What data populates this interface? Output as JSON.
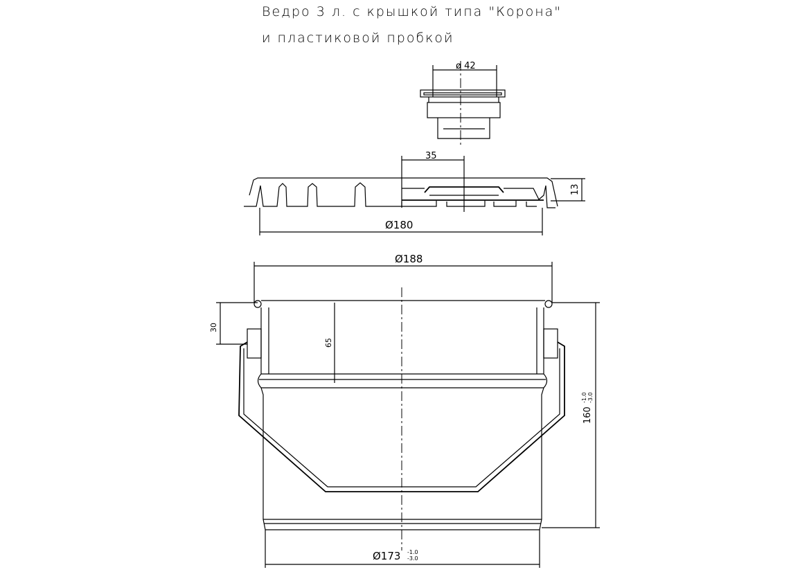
{
  "title": {
    "line1": "Ведро 3 л. с крышкой типа \"Корона\"",
    "line2": "и пластиковой пробкой"
  },
  "dimensions": {
    "cap_diameter": "ø 42",
    "lid_offset": "35",
    "lid_height": "13",
    "lid_diameter": "Ø180",
    "bucket_top_diameter": "Ø188",
    "lug_height": "30",
    "bead_depth": "65",
    "bucket_height": "160",
    "bucket_height_tol_upper": "-1.0",
    "bucket_height_tol_lower": "-3.0",
    "bottom_diameter": "Ø173",
    "bottom_tol_upper": "-1.0",
    "bottom_tol_lower": "-3.0"
  }
}
